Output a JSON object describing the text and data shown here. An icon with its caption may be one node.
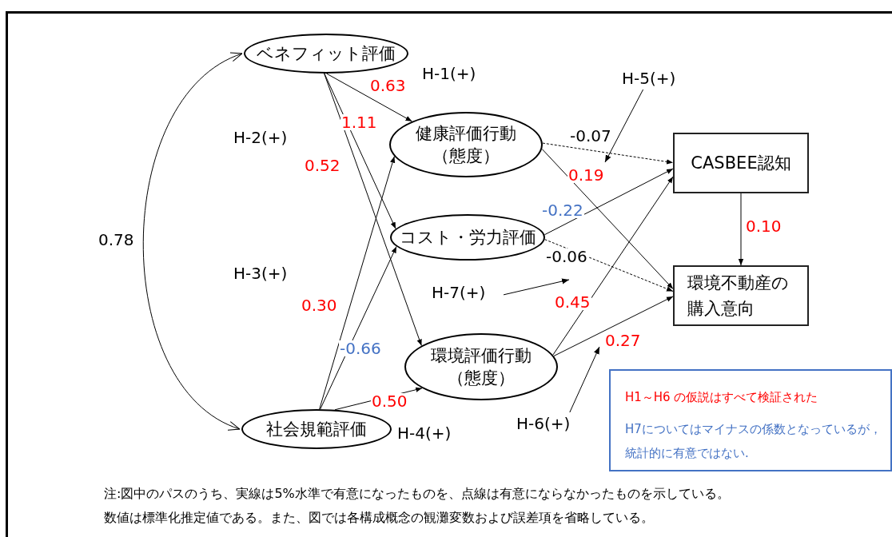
{
  "diagram": {
    "nodes": [
      {
        "text": [
          "ベネフィット評価"
        ]
      },
      {
        "text": [
          "健康評価行動",
          "（態度）"
        ]
      },
      {
        "text": [
          "コスト・労力評価"
        ]
      },
      {
        "text": [
          "環境評価行動",
          "（態度）"
        ]
      },
      {
        "text": [
          "社会規範評価"
        ]
      },
      {
        "text": [
          "CASBEE認知"
        ]
      },
      {
        "text": [
          "環境不動産の購入意向"
        ]
      },
      {
        "text": [
          "H-5(+)"
        ]
      },
      {
        "text": [
          "H-7(+)"
        ]
      },
      {
        "text": [
          "H-6(+)"
        ]
      },
      {
        "text": [
          "H1～H6 の仮説はすべて検証された",
          "H7についてはマイナスの係数となっているが，統計的に有意ではない."
        ]
      }
    ],
    "edges": [
      {
        "from": 0,
        "to": 4,
        "arrow": "both",
        "label": "0.78"
      },
      {
        "from": 0,
        "to": 1,
        "arrow": "to",
        "label": "0.63"
      },
      {
        "from": 0,
        "to": 2,
        "arrow": "to",
        "label": "1.11"
      },
      {
        "from": 0,
        "to": 3,
        "arrow": "to",
        "label": "0.52"
      },
      {
        "from": 4,
        "to": 1,
        "arrow": "to",
        "label": "0.30"
      },
      {
        "from": 4,
        "to": 2,
        "arrow": "to",
        "label": "-0.66"
      },
      {
        "from": 4,
        "to": 3,
        "arrow": "to",
        "label": "0.50"
      },
      {
        "from": 1,
        "to": 5,
        "arrow": "to",
        "label": "-0.07",
        "style": "dashed"
      },
      {
        "from": 1,
        "to": 6,
        "arrow": "to",
        "label": "0.19"
      },
      {
        "from": 2,
        "to": 5,
        "arrow": "to",
        "label": "-0.22"
      },
      {
        "from": 2,
        "to": 6,
        "arrow": "to",
        "label": "-0.06",
        "style": "dashed"
      },
      {
        "from": 3,
        "to": 5,
        "arrow": "to",
        "label": "0.45"
      },
      {
        "from": 3,
        "to": 6,
        "arrow": "to",
        "label": "0.27"
      },
      {
        "from": 5,
        "to": 6,
        "arrow": "to",
        "label": "0.10"
      },
      {
        "from": 7,
        "to": null,
        "arrow": "to"
      },
      {
        "from": 8,
        "to": null,
        "arrow": "to"
      },
      {
        "from": 9,
        "to": null,
        "arrow": "to"
      }
    ],
    "labels": [
      "H-1(+)",
      "H-2(+)",
      "H-3(+)",
      "H-4(+)",
      "注:図中のパスのうち、実線は5%水準で有意になったものを、点線は有意にならなかったものを示している。",
      "数値は標準化推定値である。また、図では各構成概念の観灘変数および誤差項を省略している。"
    ]
  }
}
